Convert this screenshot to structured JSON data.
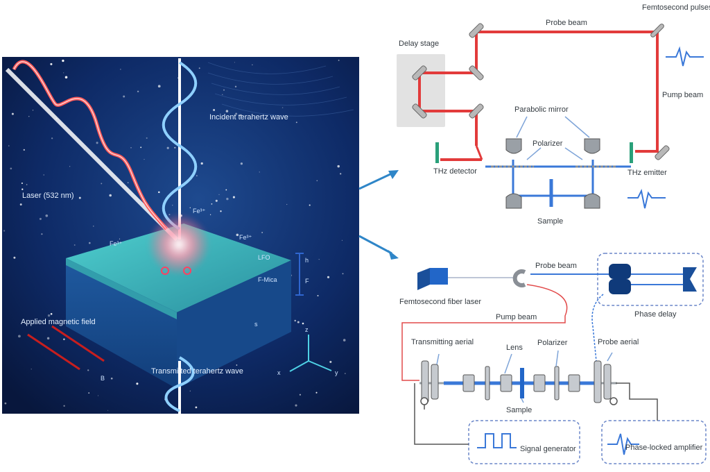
{
  "illustration": {
    "incident_wave": "Incident terahertz wave",
    "laser": "Laser (532 nm)",
    "fe_ion_1": "Fe³⁺",
    "fe_ion_2": "Fe³⁺",
    "fe_ion_3": "Fe³⁺",
    "lfo": "LFO",
    "f_mica": "F-Mica",
    "thickness_1": "h",
    "thickness_2": "F",
    "applied_field": "Applied magnetic field",
    "field_symbol": "B",
    "substrate_symbol": "s",
    "transmitted_wave": "Transmitted terahertz wave",
    "axis_z": "z",
    "axis_x": "x",
    "axis_y": "y"
  },
  "setup_top": {
    "probe_beam": "Probe beam",
    "femtosecond_pulses": "Femtosecond pulses",
    "delay_stage": "Delay stage",
    "pump_beam": "Pump beam",
    "parabolic_mirror": "Parabolic mirror",
    "polarizer": "Polarizer",
    "thz_detector": "THz detector",
    "thz_emitter": "THz emitter",
    "sample": "Sample"
  },
  "setup_bottom": {
    "probe_beam": "Probe beam",
    "femtosecond_fiber_laser": "Femtosecond fiber laser",
    "phase_delay": "Phase delay",
    "pump_beam": "Pump beam",
    "transmitting_aerial": "Transmitting aerial",
    "lens": "Lens",
    "polarizer": "Polarizer",
    "probe_aerial": "Probe aerial",
    "sample": "Sample",
    "signal_generator": "Signal generator",
    "phase_locked_amplifier": "Phase-locked amplifier"
  },
  "colors": {
    "space_bg": "#0b1f4f",
    "probe_red": "#e23b3b",
    "thz_blue": "#2f6fd0",
    "laser_red": "#ff5a5a",
    "wave_glow": "#7fc3ff",
    "film_teal": "#3fb6b8",
    "box_border": "#6a86c8"
  }
}
